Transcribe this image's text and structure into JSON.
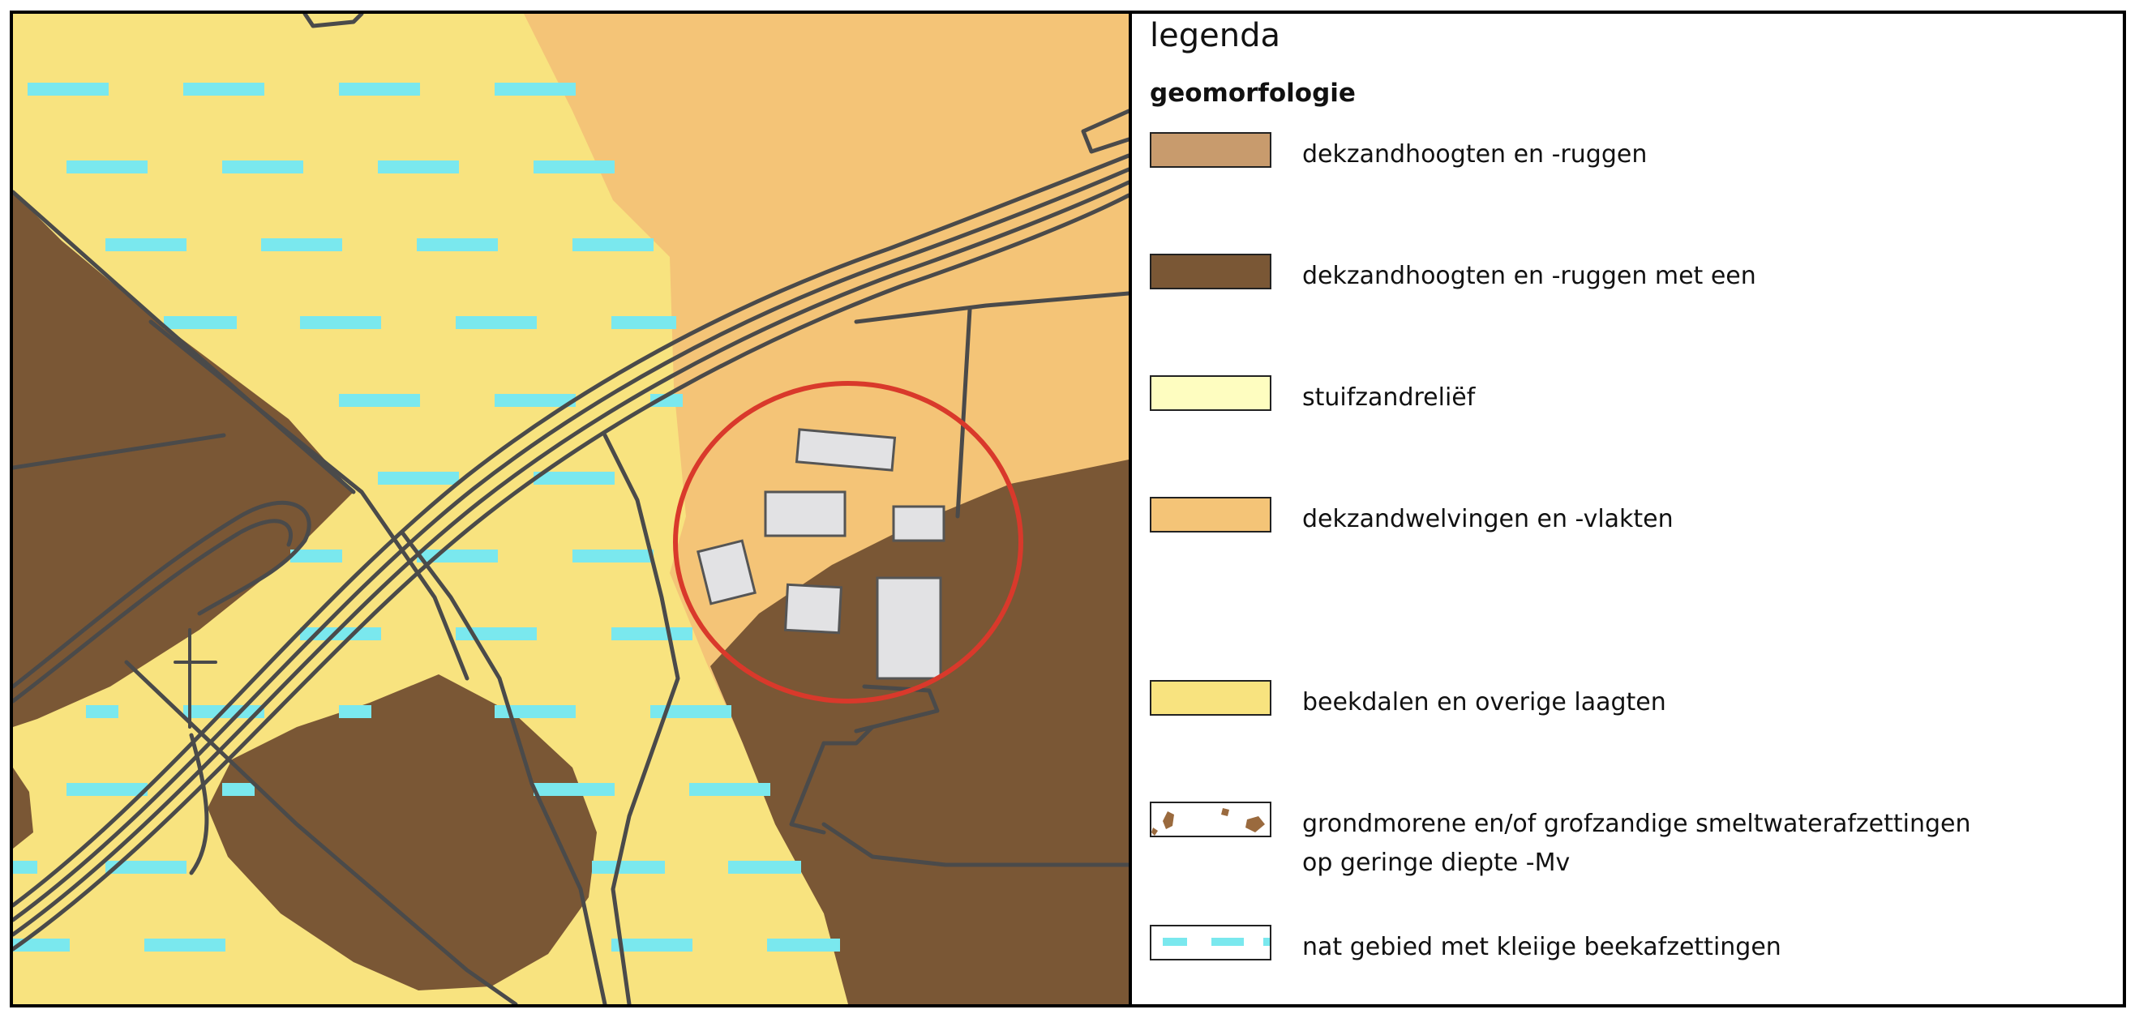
{
  "colors": {
    "dekzandhoogten": "#c89b6d",
    "dekzandhoogten_met": "#7a5735",
    "stuifzand": "#fefdc0",
    "welvingen": "#f4c477",
    "beekdalen": "#f8e37f",
    "wet_dash": "#7ae8ee",
    "road_line": "#4a4a4a",
    "building_fill": "#e2e2e4",
    "circle": "#d9392b"
  },
  "legend": {
    "title": "legenda",
    "subtitle": "geomorfologie",
    "items": [
      {
        "label": "dekzandhoogten en -ruggen",
        "swatch": "dekzandhoogten-swatch"
      },
      {
        "label": "dekzandhoogten en -ruggen met een",
        "swatch": "dekzandhoogten-met-swatch"
      },
      {
        "label": "stuifzandreliëf",
        "swatch": "stuifzand-swatch"
      },
      {
        "label": "dekzandwelvingen en -vlakten",
        "swatch": "welvingen-swatch"
      },
      {
        "label": "beekdalen en overige laagten",
        "swatch": "beekdalen-swatch"
      },
      {
        "label_line1": "grondmorene en/of grofzandige smeltwaterafzettingen",
        "label_line2": "op geringe diepte -Mv",
        "swatch": "grondmorene-pattern-swatch"
      },
      {
        "label": "nat gebied met kleiige beekafzettingen",
        "swatch": "wet-area-dash-swatch"
      }
    ]
  }
}
